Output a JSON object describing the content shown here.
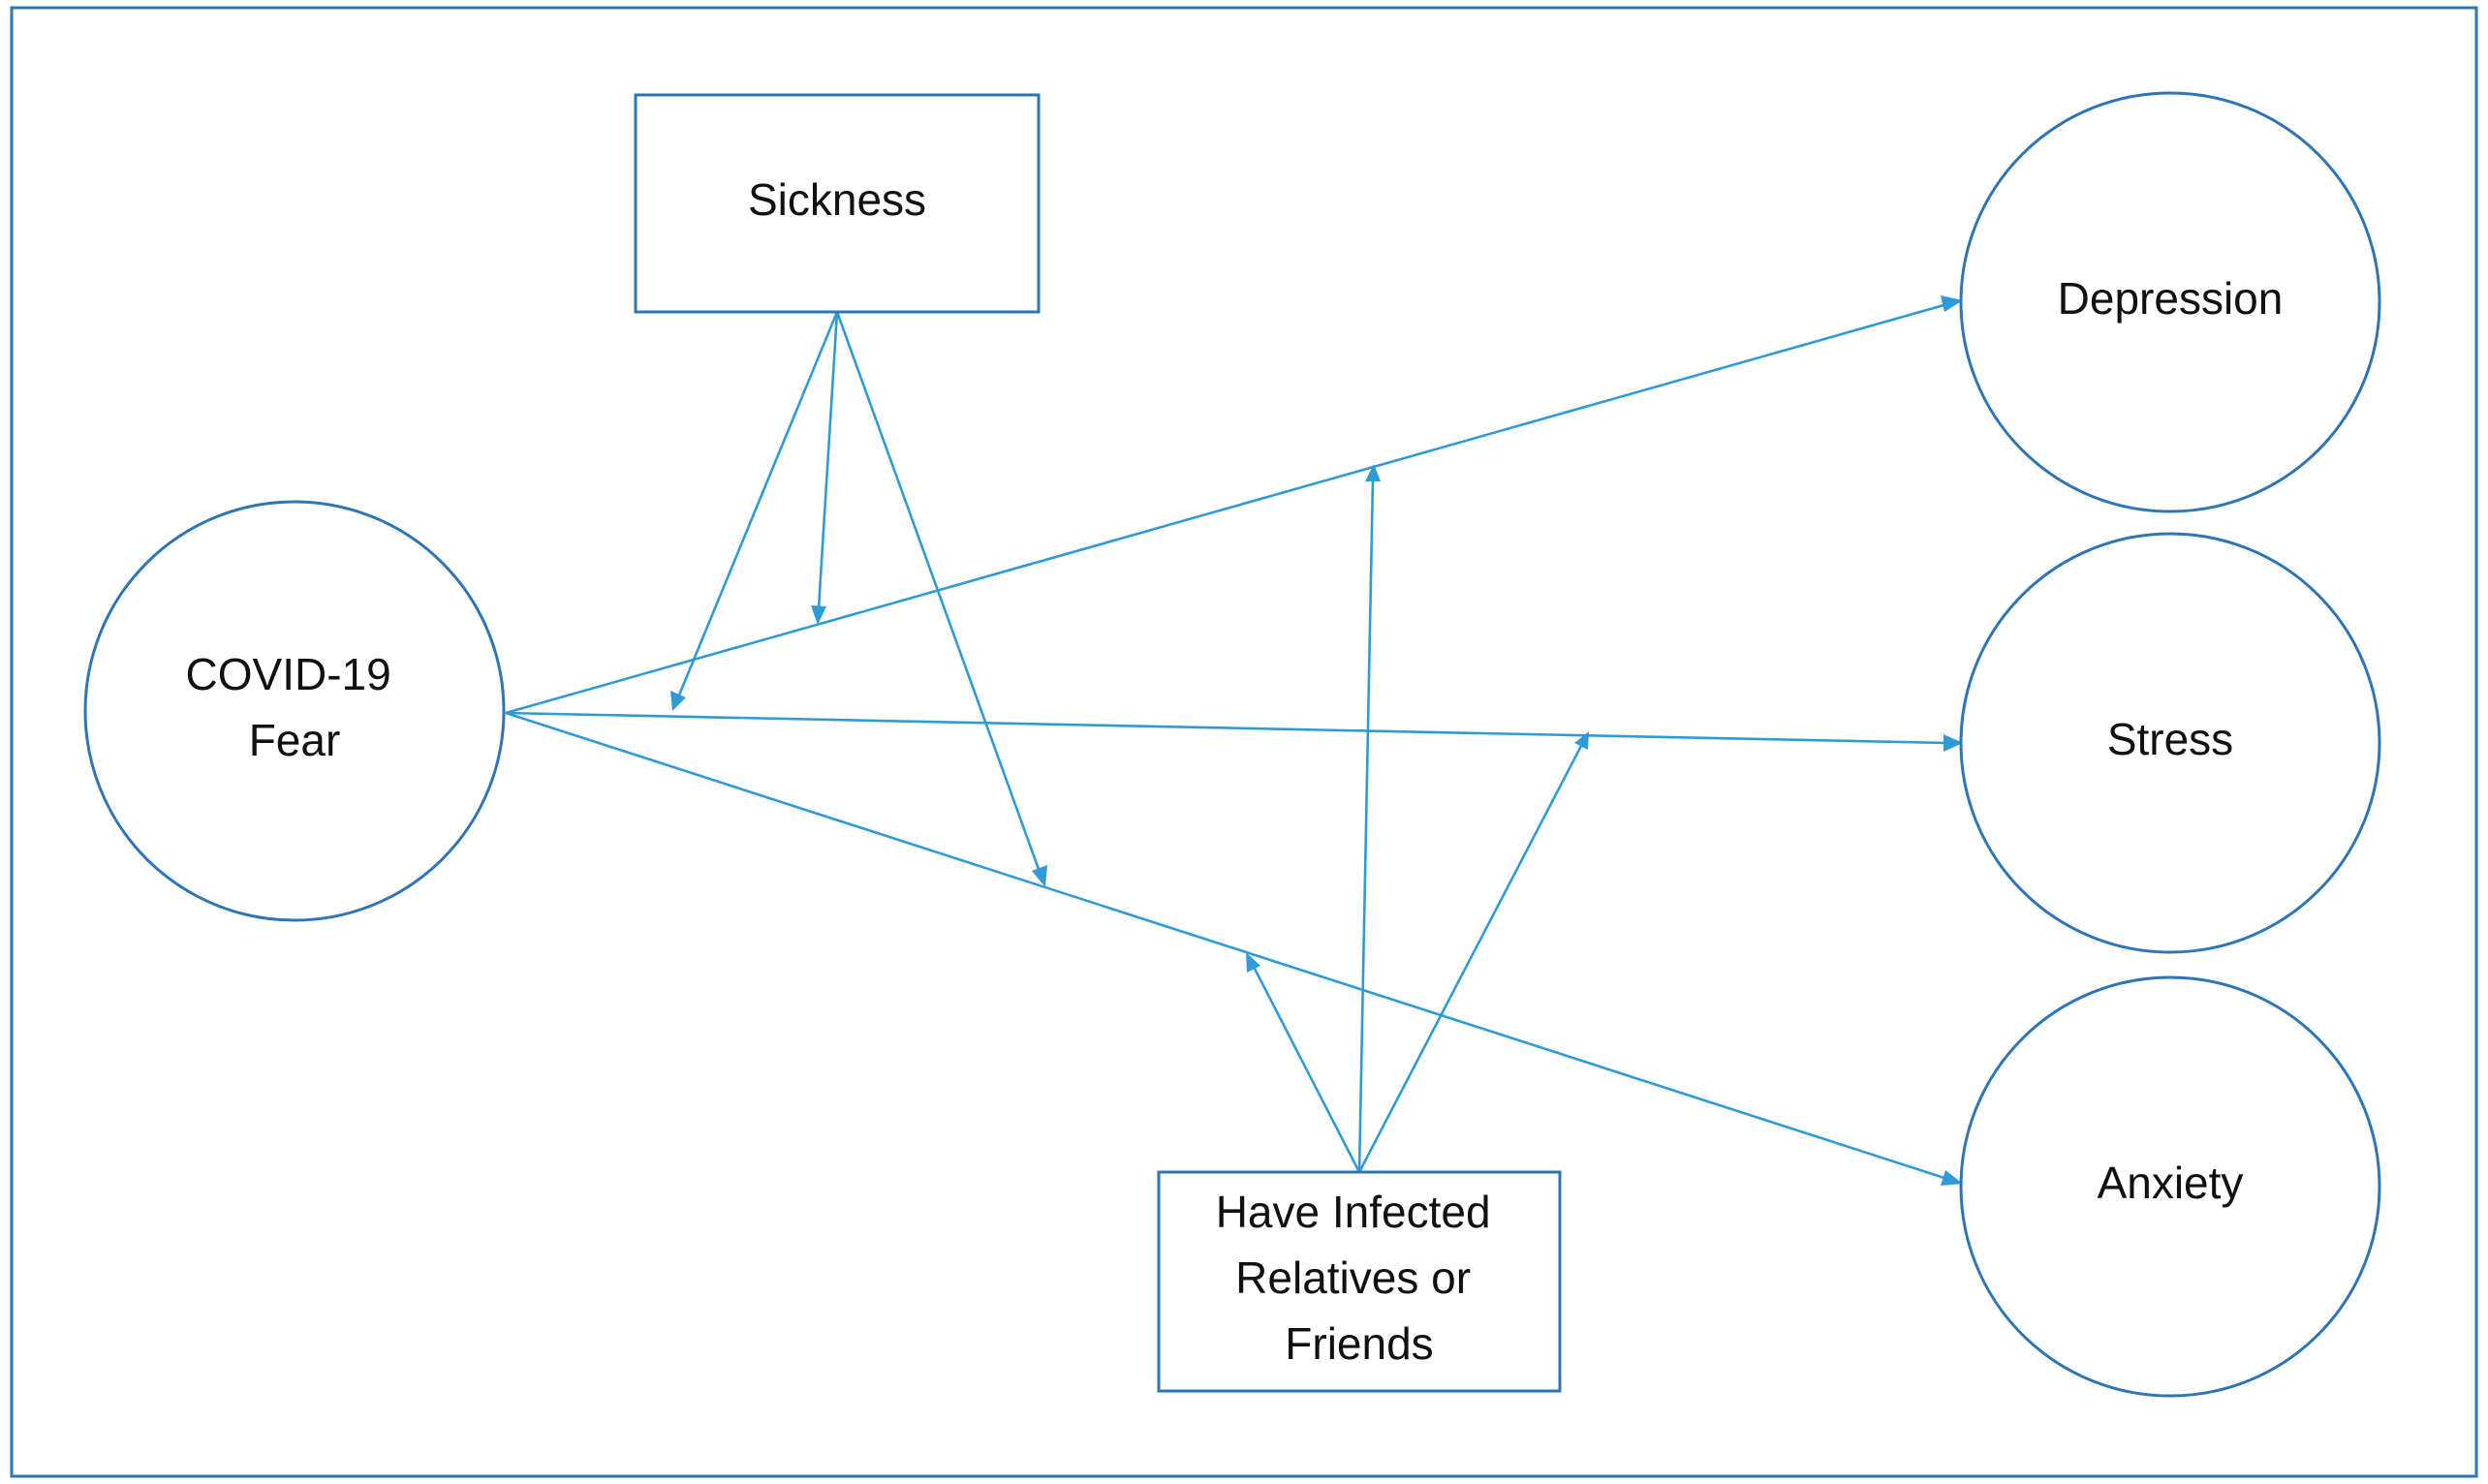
{
  "nodes": {
    "sickness": {
      "label": "Sickness"
    },
    "covid_fear": {
      "lines": [
        "COVID-19",
        "Fear"
      ]
    },
    "depression": {
      "label": "Depression"
    },
    "stress": {
      "label": "Stress"
    },
    "anxiety": {
      "label": "Anxiety"
    },
    "infected_relatives": {
      "lines": [
        "Have Infected",
        "Relatives or",
        "Friends"
      ]
    }
  },
  "edges": [
    {
      "from": "COVID-19 Fear",
      "to": "Depression"
    },
    {
      "from": "COVID-19 Fear",
      "to": "Stress"
    },
    {
      "from": "COVID-19 Fear",
      "to": "Anxiety"
    },
    {
      "from": "Sickness",
      "to": "COVID-19 Fear → Stress"
    },
    {
      "from": "Sickness",
      "to": "COVID-19 Fear → Depression"
    },
    {
      "from": "Sickness",
      "to": "COVID-19 Fear → Anxiety"
    },
    {
      "from": "Have Infected Relatives or Friends",
      "to": "COVID-19 Fear → Anxiety"
    },
    {
      "from": "Have Infected Relatives or Friends",
      "to": "COVID-19 Fear → Depression"
    },
    {
      "from": "Have Infected Relatives or Friends",
      "to": "COVID-19 Fear → Stress"
    }
  ],
  "colors": {
    "shape_stroke": "#2e75b6",
    "arrow": "#2e9bd6",
    "text": "#111111"
  }
}
